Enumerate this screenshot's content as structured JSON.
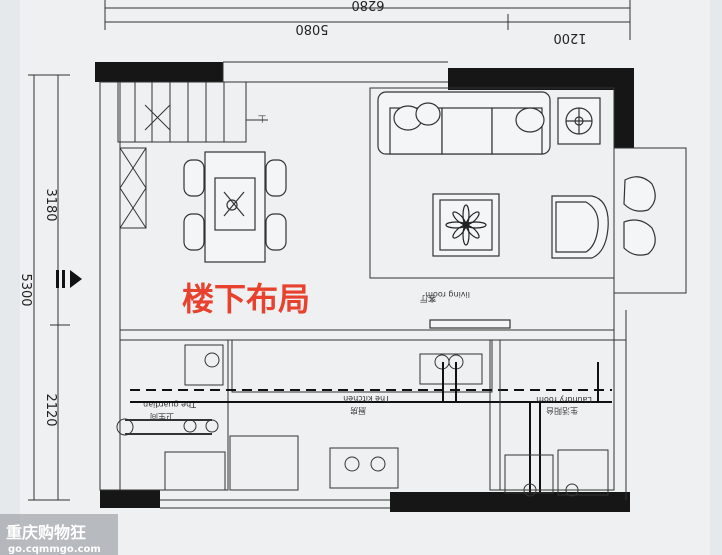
{
  "dimensions": {
    "top_total": "6280",
    "top_left": "5080",
    "top_right": "1200",
    "left_total": "5300",
    "left_upper": "3180",
    "left_lower": "2120"
  },
  "overlay_title": "楼下布局",
  "rooms": {
    "living_cn": "客厅",
    "living_en": "living room",
    "kitchen_cn": "厨房",
    "kitchen_en": "The kitchen",
    "bath_cn": "卫生间",
    "bath_en": "The guardian",
    "laundry_cn": "生活阳台",
    "laundry_en": "Laundry room"
  },
  "stair_label": "上",
  "watermark": {
    "title": "重庆购物狂",
    "url": "go.cqmmgo.com"
  },
  "colors": {
    "paper": "#eef0f2",
    "line": "#333333",
    "wall": "#161616",
    "accent": "#e8412e",
    "watermark_bg": "#8a8f96"
  }
}
